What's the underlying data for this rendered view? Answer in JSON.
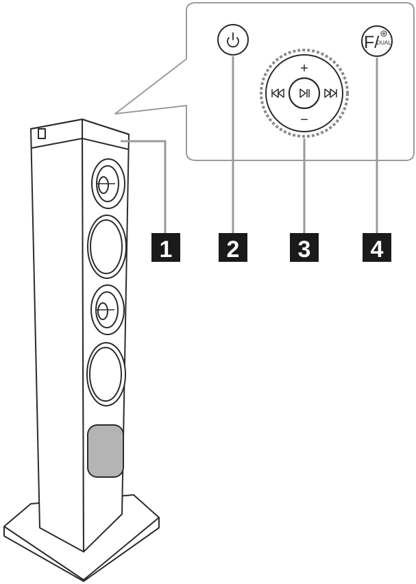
{
  "colors": {
    "line": "#2a2a2a",
    "leader": "#9a9a9a",
    "label_bg": "#1a1a1a",
    "label_fg": "#ffffff",
    "grille": "#b4b4b4"
  },
  "callouts": [
    {
      "id": "1",
      "text": "1"
    },
    {
      "id": "2",
      "text": "2"
    },
    {
      "id": "3",
      "text": "3"
    },
    {
      "id": "4",
      "text": "4"
    }
  ],
  "buttons": {
    "power": {
      "icon": "power-icon"
    },
    "function": {
      "main": "F/",
      "sub": "DUAL",
      "icon": "disc-icon"
    },
    "volume_up": {
      "text": "+"
    },
    "volume_down": {
      "text": "−"
    },
    "skip_back": {
      "icon": "skip-back-icon"
    },
    "play_pause": {
      "icon": "play-pause-icon"
    },
    "skip_forward": {
      "icon": "skip-forward-icon"
    }
  }
}
